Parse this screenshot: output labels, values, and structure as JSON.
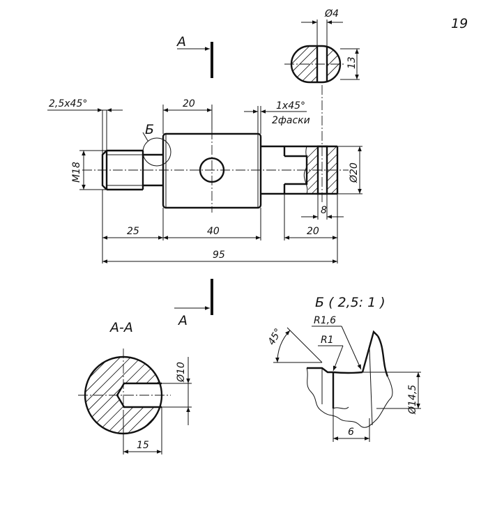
{
  "page": {
    "number": "19"
  },
  "main_view": {
    "dims": {
      "chamfer_left": "2,5x45°",
      "top_length": "20",
      "chamfer_right": "1x45°",
      "chamfer_right_note": "2фаски",
      "thread": "M18",
      "diameter_right": "Ø20",
      "slot_width": "8",
      "left_length": "25",
      "middle_length": "40",
      "right_length": "20",
      "total_length": "95"
    },
    "detail_callout": "Б"
  },
  "section_arrow": {
    "label": "А"
  },
  "top_section": {
    "hole": "Ø4",
    "height": "13"
  },
  "section_aa": {
    "title": "А-А",
    "hole": "Ø10",
    "depth": "15"
  },
  "detail_b": {
    "title": "Б ( 2,5: 1 )",
    "r_outer": "R1,6",
    "r_inner": "R1",
    "angle": "45°",
    "diameter": "Ø14,5",
    "width": "6"
  }
}
